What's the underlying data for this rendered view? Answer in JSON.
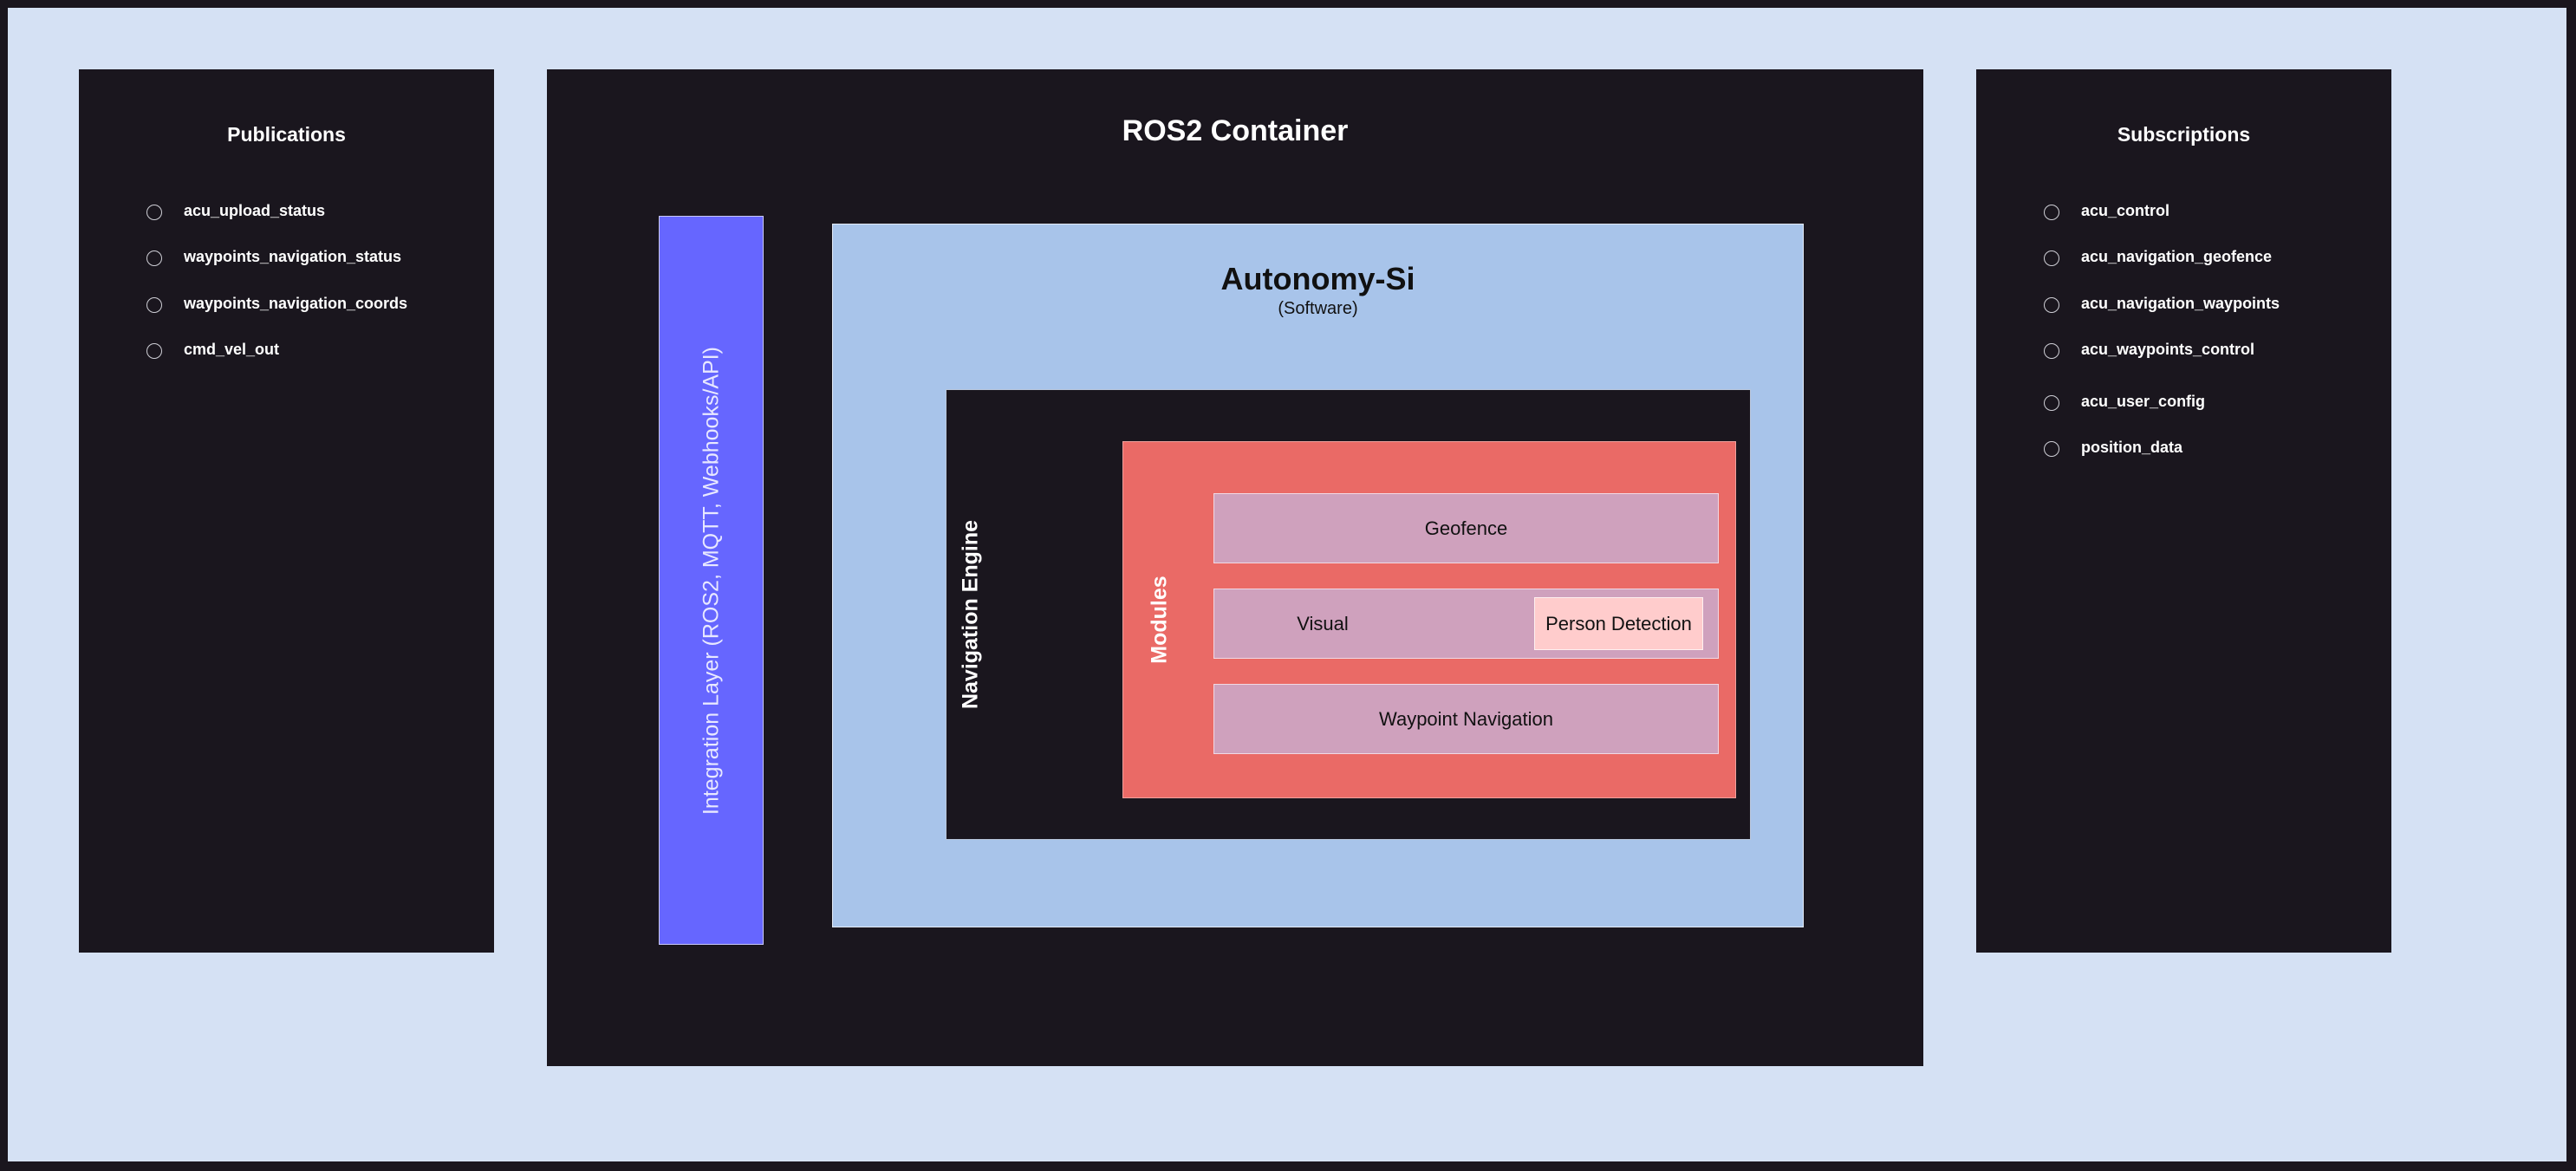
{
  "publications": {
    "title": "Publications",
    "items": [
      {
        "label": "acu_upload_status"
      },
      {
        "label": "waypoints_navigation_status"
      },
      {
        "label": "waypoints_navigation_coords"
      },
      {
        "label": "cmd_vel_out"
      }
    ]
  },
  "subscriptions": {
    "title": "Subscriptions",
    "items": [
      {
        "label": "acu_control"
      },
      {
        "label": "acu_navigation_geofence"
      },
      {
        "label": "acu_navigation_waypoints"
      },
      {
        "label": "acu_waypoints_control"
      },
      {
        "label": "acu_user_config"
      },
      {
        "label": "position_data"
      }
    ]
  },
  "container": {
    "title": "ROS2 Container",
    "integration_label": "Integration Layer (ROS2, MQTT, Webhooks/API)",
    "autonomy": {
      "title": "Autonomy-Si",
      "subtitle": "(Software)",
      "navigation_engine_label": "Navigation Engine",
      "modules": {
        "label": "Modules",
        "geofence": "Geofence",
        "visual": "Visual",
        "person_detection": "Person Detection",
        "waypoint_navigation": "Waypoint Navigation"
      }
    }
  },
  "colors": {
    "background": "#d5e1f4",
    "panel": "#1a161e",
    "integration": "#6666ff",
    "autonomy": "#a8c4ea",
    "modules": "#ea6a66",
    "module_box": "#cfa1bd",
    "person_detection": "#ffcccc"
  }
}
